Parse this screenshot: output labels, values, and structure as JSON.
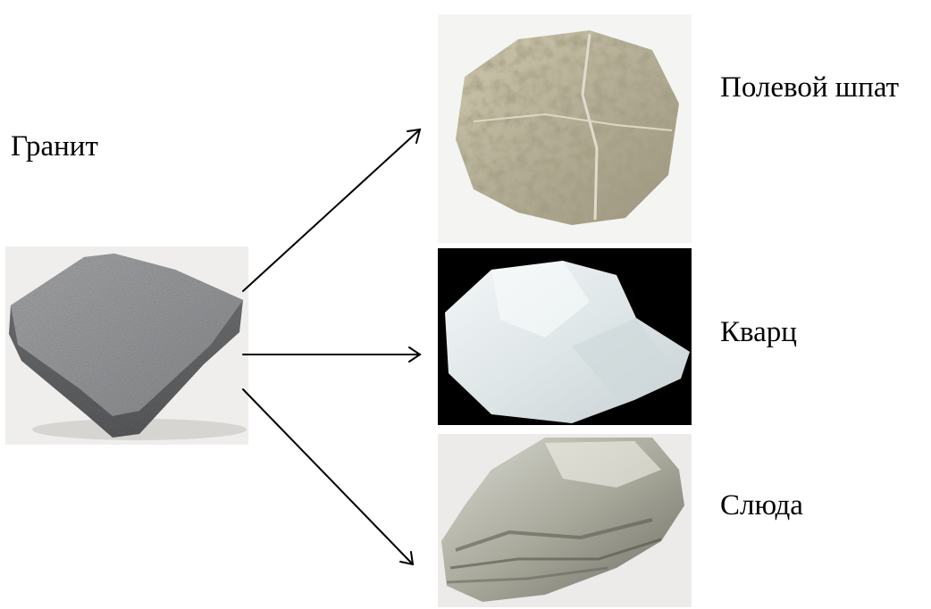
{
  "granite": {
    "label": "Гранит",
    "photo_icon": "granite-rock-photo"
  },
  "minerals": [
    {
      "label": "Полевой шпат",
      "photo_icon": "feldspar-rock-photo"
    },
    {
      "label": "Кварц",
      "photo_icon": "quartz-rock-photo"
    },
    {
      "label": "Слюда",
      "photo_icon": "mica-rock-photo"
    }
  ],
  "colors": {
    "text": "#000000",
    "arrow": "#000000",
    "background": "#ffffff",
    "granite_gray": "#8a8b8d",
    "feldspar_tan": "#b9b29a",
    "quartz_white": "#e4eaec",
    "quartz_bg": "#000000",
    "mica_silver": "#b8b7ae"
  }
}
